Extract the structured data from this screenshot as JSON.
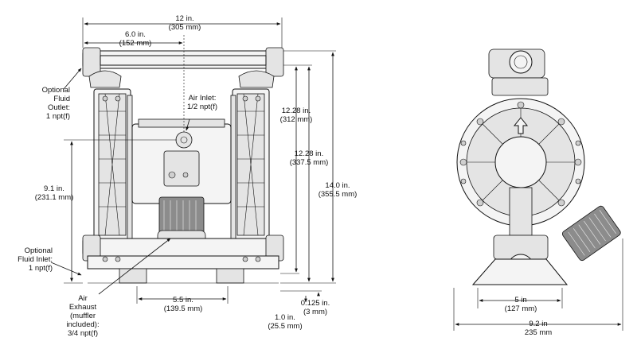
{
  "front_view": {
    "width_overall": [
      "12 in.",
      "(305 mm)"
    ],
    "width_half": [
      "6.0 in.",
      "(152 mm)"
    ],
    "outlet_label": [
      "Optional",
      "Fluid",
      "Outlet:",
      "1 npt(f)"
    ],
    "air_inlet_label": [
      "Air Inlet:",
      "1/2 npt(f)"
    ],
    "center_height": [
      "9.1 in.",
      "(231.1 mm)"
    ],
    "inlet_label": [
      "Optional",
      "Fluid Inlet:",
      "1 npt(f)"
    ],
    "exhaust_label": [
      "Air",
      "Exhaust",
      "(muffler",
      "included):",
      "3/4 npt(f)"
    ],
    "base_width": [
      "5.5 in.",
      "(139.5 mm)"
    ],
    "height_a": [
      "12.28 in.",
      "(312 mm)"
    ],
    "height_b": [
      "12.28 in.",
      "(337.5 mm)"
    ],
    "height_total": [
      "14.0 in.",
      "(355.5 mm)"
    ],
    "foot_thickness": [
      "0.125 in.",
      "(3 mm)"
    ],
    "base_height": [
      "1.0 in.",
      "(25.5 mm)"
    ]
  },
  "side_view": {
    "foot_spacing": [
      "5 in",
      "(127 mm)"
    ],
    "overall_width": [
      "9.2 in",
      "235 mm"
    ]
  },
  "colors": {
    "line": "#111111",
    "fill": "#f4f4f4",
    "shade": "#8c8c8c"
  }
}
